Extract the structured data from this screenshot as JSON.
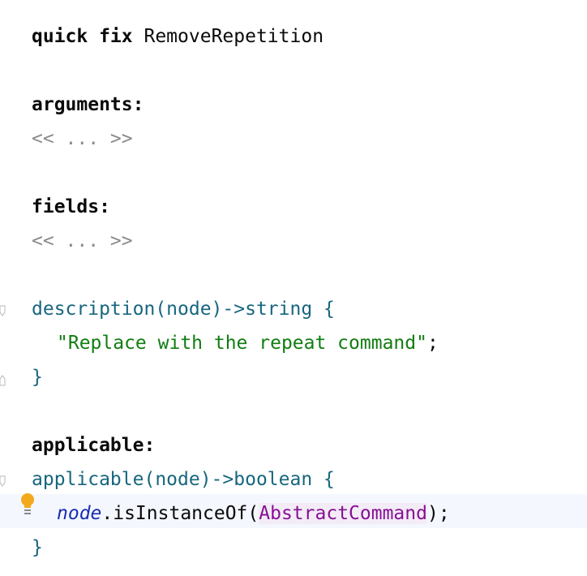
{
  "editor": {
    "header": {
      "keyword": "quick fix",
      "name": "RemoveRepetition"
    },
    "arguments": {
      "label": "arguments:",
      "placeholder": "<< ... >>"
    },
    "fields": {
      "label": "fields:",
      "placeholder": "<< ... >>"
    },
    "description": {
      "signature": "description(node)->string {",
      "string_literal": "\"Replace with the repeat command\"",
      "semicolon": ";",
      "close": "}"
    },
    "applicable": {
      "label": "applicable:",
      "signature": "applicable(node)->boolean {",
      "node_ref": "node",
      "call": ".isInstanceOf(",
      "concept": "AbstractCommand",
      "call_end": ");",
      "close": "}"
    },
    "colors": {
      "keyword": "#0a0a0a",
      "placeholder": "#8a8a8a",
      "teal": "#17667f",
      "string": "#117d11",
      "italic_ref": "#1a2bb3",
      "concept": "#871094",
      "current_line_bg": "#f4f7fd",
      "bulb": "#f4a91c"
    },
    "icons": [
      "lightbulb-icon",
      "fold-marker-icon"
    ]
  }
}
